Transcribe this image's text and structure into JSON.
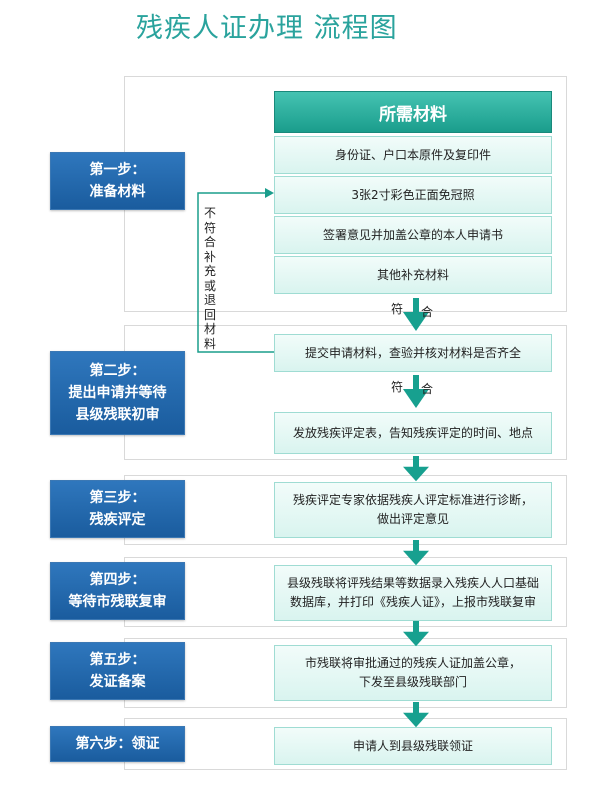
{
  "title": "残疾人证办理 流程图",
  "header": "所需材料",
  "steps": [
    {
      "line1": "第一步：",
      "line2": "准备材料"
    },
    {
      "line1": "第二步：",
      "line2": "提出申请并等待",
      "line3": "县级残联初审"
    },
    {
      "line1": "第三步：",
      "line2": "残疾评定"
    },
    {
      "line1": "第四步：",
      "line2": "等待市残联复审"
    },
    {
      "line1": "第五步：",
      "line2": "发证备案"
    },
    {
      "line1": "第六步：领证"
    }
  ],
  "materials": [
    "身份证、户口本原件及复印件",
    "3张2寸彩色正面免冠照",
    "签署意见并加盖公章的本人申请书",
    "其他补充材料"
  ],
  "process": [
    {
      "line1": "提交申请材料，查验并核对材料是否齐全"
    },
    {
      "line1": "发放残疾评定表，告知残疾评定的时间、地点"
    },
    {
      "line1": "残疾评定专家依据残疾人评定标准进行诊断，",
      "line2": "做出评定意见"
    },
    {
      "line1": "县级残联将评残结果等数据录入残疾人人口基础",
      "line2": "数据库，并打印《残疾人证》，上报市残联复审"
    },
    {
      "line1": "市残联将审批通过的残疾人证加盖公章，",
      "line2": "下发至县级残联部门"
    },
    {
      "line1": "申请人到县级残联领证"
    }
  ],
  "labels": {
    "fu": "符",
    "he": "合"
  },
  "feedback": [
    "不",
    "符",
    "合",
    "补",
    "充",
    "或",
    "退",
    "回",
    "材",
    "料"
  ],
  "colors": {
    "step_blue": "#1f66ab",
    "teal": "#1a9d8c",
    "box_fill": "#dff5f1",
    "arrow": "#17a08f"
  }
}
